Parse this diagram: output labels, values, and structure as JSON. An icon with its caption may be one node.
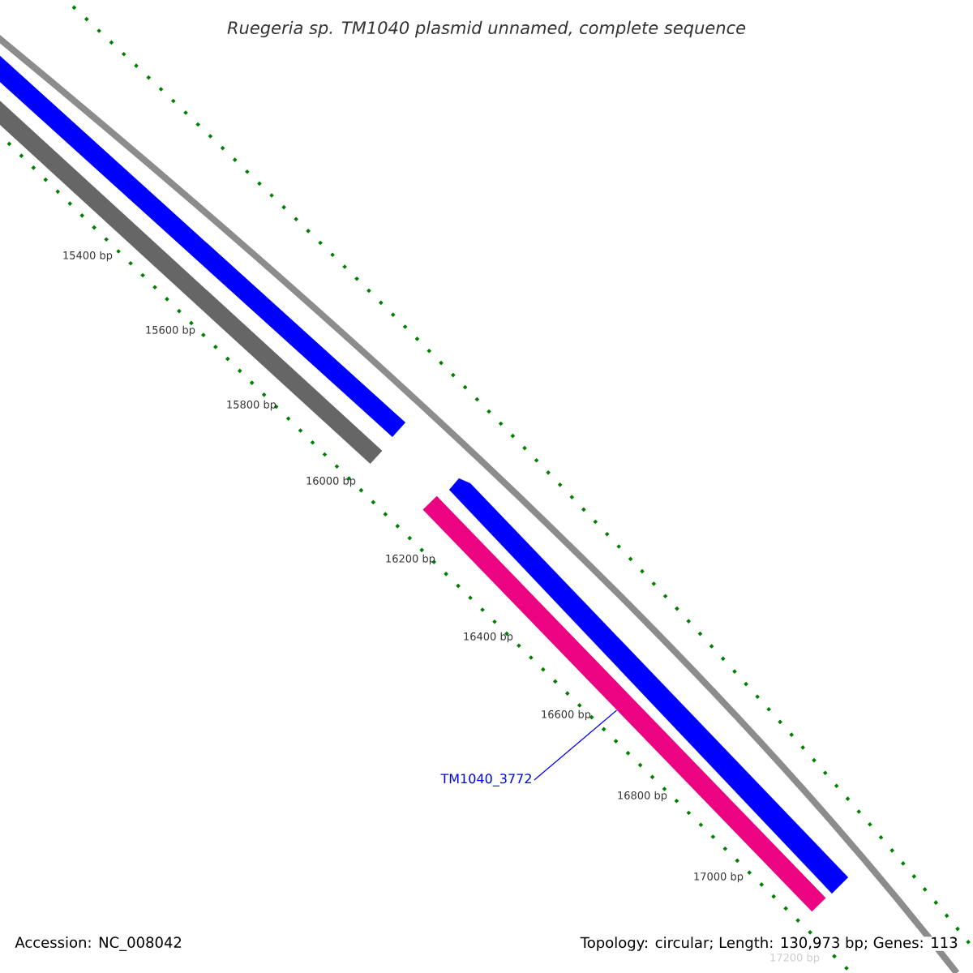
{
  "diagram": {
    "title": "Ruegeria sp. TM1040 plasmid unnamed, complete sequence",
    "nodes": [
      {
        "text": [
          "TM1040_3772"
        ]
      },
      {
        "text": [],
        "shape": "bar"
      }
    ],
    "edges": [
      {
        "from": 0,
        "to": 1,
        "arrow": "none"
      }
    ],
    "labels": [
      "15400 bp",
      "15600 bp",
      "15800 bp",
      "16000 bp",
      "16200 bp",
      "16400 bp",
      "16600 bp",
      "16800 bp",
      "17000 bp",
      "17200 bp",
      "Accession: NC_008042",
      "Topology: circular; Length: 130,973 bp; Genes: 113"
    ]
  }
}
